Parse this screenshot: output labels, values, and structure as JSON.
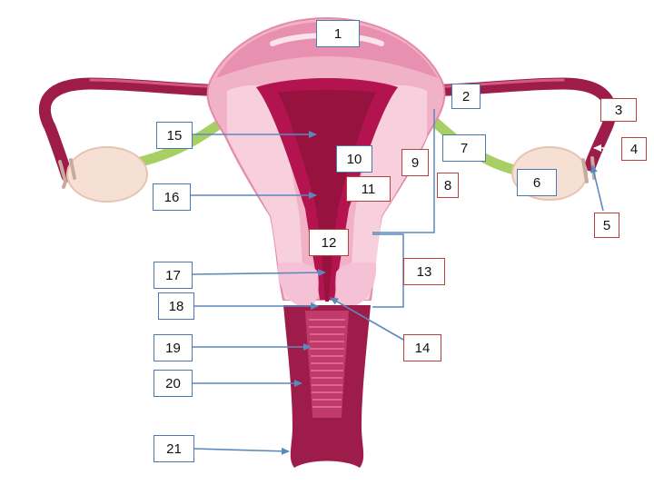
{
  "colors": {
    "uterus_body": "#f1b2c8",
    "uterus_light": "#f7cfdd",
    "uterus_dark": "#e48aab",
    "lining": "#b3144f",
    "cavity": "#98123f",
    "tube": "#9e1c4a",
    "ovary": "#f6e0d4",
    "ligament": "#a8cf63",
    "arrow": "#5b88bd",
    "box_blue": "#4a78b0",
    "box_red": "#b9403c"
  },
  "labels": {
    "l1": "1",
    "l2": "2",
    "l3": "3",
    "l4": "4",
    "l5": "5",
    "l6": "6",
    "l7": "7",
    "l8": "8",
    "l9": "9",
    "l10": "10",
    "l11": "11",
    "l12": "12",
    "l13": "13",
    "l14": "14",
    "l15": "15",
    "l16": "16",
    "l17": "17",
    "l18": "18",
    "l19": "19",
    "l20": "20",
    "l21": "21"
  }
}
